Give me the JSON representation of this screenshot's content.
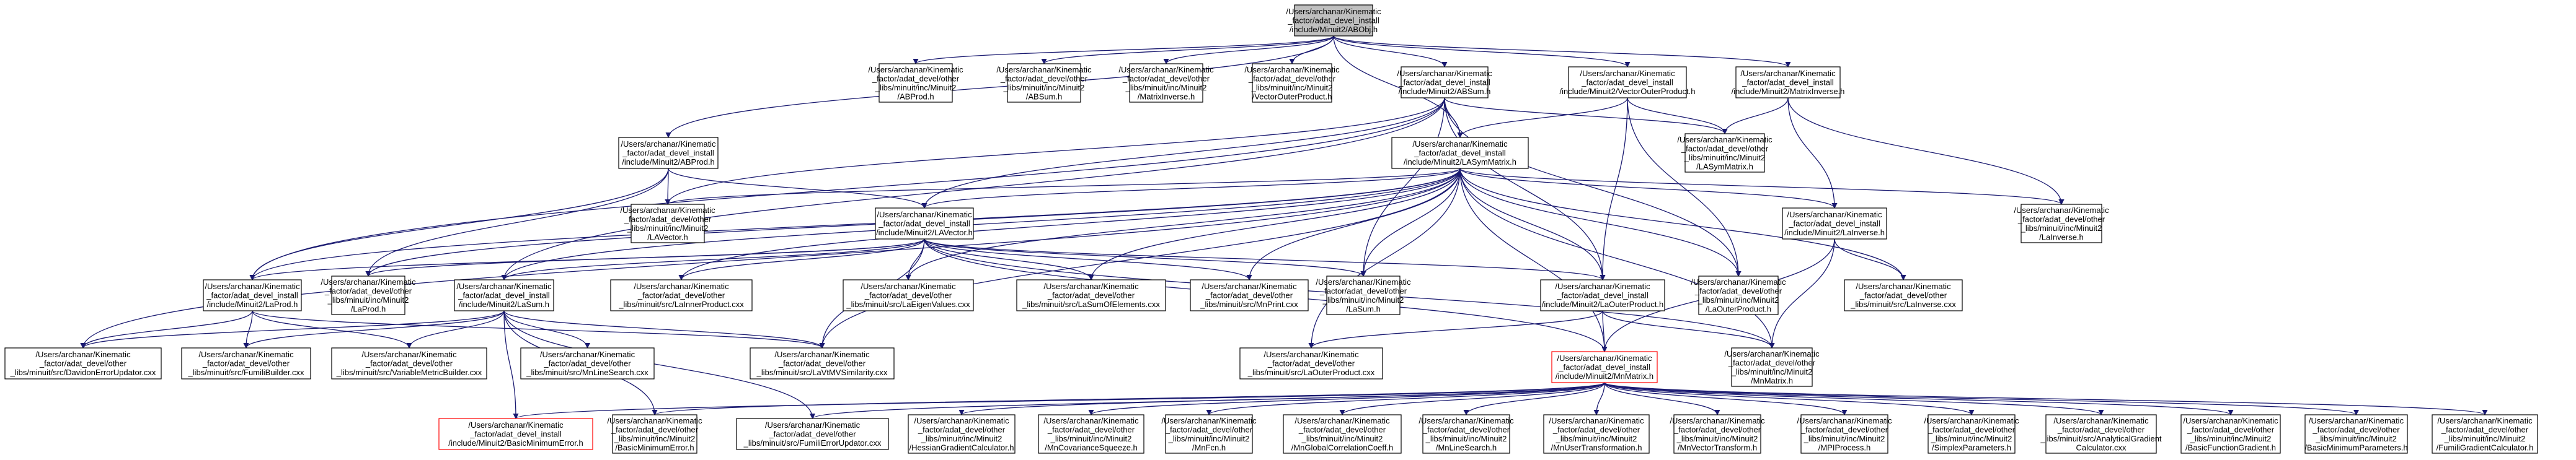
{
  "colors": {
    "root_fill": "#bfbfbf",
    "node_fill": "#ffffff",
    "node_border": "#000000",
    "highlight_border": "#ff0000",
    "edge": "#191970"
  },
  "nodes": [
    {
      "id": "root",
      "style": "root",
      "lines": [
        "/Users/archanar/Kinematic",
        "_factor/adat_devel_install",
        "/include/Minuit2/ABObj.h"
      ]
    },
    {
      "id": "abprod_h",
      "lines": [
        "/Users/archanar/Kinematic",
        "_factor/adat_devel/other",
        "_libs/minuit/inc/Minuit2",
        "/ABProd.h"
      ]
    },
    {
      "id": "absum_h",
      "lines": [
        "/Users/archanar/Kinematic",
        "_factor/adat_devel/other",
        "_libs/minuit/inc/Minuit2",
        "/ABSum.h"
      ]
    },
    {
      "id": "matinv_h",
      "lines": [
        "/Users/archanar/Kinematic",
        "_factor/adat_devel/other",
        "_libs/minuit/inc/Minuit2",
        "/MatrixInverse.h"
      ]
    },
    {
      "id": "vop_h",
      "lines": [
        "/Users/archanar/Kinematic",
        "_factor/adat_devel/other",
        "_libs/minuit/inc/Minuit2",
        "/VectorOuterProduct.h"
      ]
    },
    {
      "id": "i_absum",
      "lines": [
        "/Users/archanar/Kinematic",
        "_factor/adat_devel_install",
        "/include/Minuit2/ABSum.h"
      ]
    },
    {
      "id": "i_vop",
      "lines": [
        "/Users/archanar/Kinematic",
        "_factor/adat_devel_install",
        "/include/Minuit2/VectorOuterProduct.h"
      ]
    },
    {
      "id": "i_matinv",
      "lines": [
        "/Users/archanar/Kinematic",
        "_factor/adat_devel_install",
        "/include/Minuit2/MatrixInverse.h"
      ]
    },
    {
      "id": "i_abprod",
      "lines": [
        "/Users/archanar/Kinematic",
        "_factor/adat_devel_install",
        "/include/Minuit2/ABProd.h"
      ]
    },
    {
      "id": "i_lasym",
      "lines": [
        "/Users/archanar/Kinematic",
        "_factor/adat_devel_install",
        "/include/Minuit2/LASymMatrix.h"
      ]
    },
    {
      "id": "lasym_h",
      "lines": [
        "/Users/archanar/Kinematic",
        "_factor/adat_devel/other",
        "_libs/minuit/inc/Minuit2",
        "/LASymMatrix.h"
      ]
    },
    {
      "id": "lavector_h",
      "lines": [
        "/Users/archanar/Kinematic",
        "_factor/adat_devel/other",
        "_libs/minuit/inc/Minuit2",
        "/LAVector.h"
      ]
    },
    {
      "id": "i_lavector",
      "lines": [
        "/Users/archanar/Kinematic",
        "_factor/adat_devel_install",
        "/include/Minuit2/LAVector.h"
      ]
    },
    {
      "id": "i_lainv",
      "lines": [
        "/Users/archanar/Kinematic",
        "_factor/adat_devel_install",
        "/include/Minuit2/LaInverse.h"
      ]
    },
    {
      "id": "lainv_h",
      "lines": [
        "/Users/archanar/Kinematic",
        "_factor/adat_devel/other",
        "_libs/minuit/inc/Minuit2",
        "/LaInverse.h"
      ]
    },
    {
      "id": "i_laprod",
      "lines": [
        "/Users/archanar/Kinematic",
        "_factor/adat_devel_install",
        "/include/Minuit2/LaProd.h"
      ]
    },
    {
      "id": "laprod_h",
      "lines": [
        "/Users/archanar/Kinematic",
        "_factor/adat_devel/other",
        "_libs/minuit/inc/Minuit2",
        "/LaProd.h"
      ]
    },
    {
      "id": "i_lasum",
      "lines": [
        "/Users/archanar/Kinematic",
        "_factor/adat_devel_install",
        "/include/Minuit2/LaSum.h"
      ]
    },
    {
      "id": "lainnerprod_cxx",
      "lines": [
        "/Users/archanar/Kinematic",
        "_factor/adat_devel/other",
        "_libs/minuit/src/LaInnerProduct.cxx"
      ]
    },
    {
      "id": "laeigen_cxx",
      "lines": [
        "/Users/archanar/Kinematic",
        "_factor/adat_devel/other",
        "_libs/minuit/src/LaEigenValues.cxx"
      ]
    },
    {
      "id": "lasumofel_cxx",
      "lines": [
        "/Users/archanar/Kinematic",
        "_factor/adat_devel/other",
        "_libs/minuit/src/LaSumOfElements.cxx"
      ]
    },
    {
      "id": "mnprint_cxx",
      "lines": [
        "/Users/archanar/Kinematic",
        "_factor/adat_devel/other",
        "_libs/minuit/src/MnPrint.cxx"
      ]
    },
    {
      "id": "lasum_h",
      "lines": [
        "/Users/archanar/Kinematic",
        "_factor/adat_devel/other",
        "_libs/minuit/inc/Minuit2",
        "/LaSum.h"
      ]
    },
    {
      "id": "i_laouter",
      "lines": [
        "/Users/archanar/Kinematic",
        "_factor/adat_devel_install",
        "/include/Minuit2/LaOuterProduct.h"
      ]
    },
    {
      "id": "laouter_h",
      "lines": [
        "/Users/archanar/Kinematic",
        "_factor/adat_devel/other",
        "_libs/minuit/inc/Minuit2",
        "/LaOuterProduct.h"
      ]
    },
    {
      "id": "lainv_cxx",
      "lines": [
        "/Users/archanar/Kinematic",
        "_factor/adat_devel/other",
        "_libs/minuit/src/LaInverse.cxx"
      ]
    },
    {
      "id": "davidon_cxx",
      "lines": [
        "/Users/archanar/Kinematic",
        "_factor/adat_devel/other",
        "_libs/minuit/src/DavidonErrorUpdator.cxx"
      ]
    },
    {
      "id": "fumili_cxx",
      "lines": [
        "/Users/archanar/Kinematic",
        "_factor/adat_devel/other",
        "_libs/minuit/src/FumiliBuilder.cxx"
      ]
    },
    {
      "id": "varmetric_cxx",
      "lines": [
        "/Users/archanar/Kinematic",
        "_factor/adat_devel/other",
        "_libs/minuit/src/VariableMetricBuilder.cxx"
      ]
    },
    {
      "id": "mnlinesearch_cxx",
      "lines": [
        "/Users/archanar/Kinematic",
        "_factor/adat_devel/other",
        "_libs/minuit/src/MnLineSearch.cxx"
      ]
    },
    {
      "id": "lavmsim_cxx",
      "lines": [
        "/Users/archanar/Kinematic",
        "_factor/adat_devel/other",
        "_libs/minuit/src/LaVtMVSimilarity.cxx"
      ]
    },
    {
      "id": "laouter_cxx",
      "lines": [
        "/Users/archanar/Kinematic",
        "_factor/adat_devel/other",
        "_libs/minuit/src/LaOuterProduct.cxx"
      ]
    },
    {
      "id": "i_mnmatrix",
      "style": "red",
      "lines": [
        "/Users/archanar/Kinematic",
        "_factor/adat_devel_install",
        "/include/Minuit2/MnMatrix.h"
      ]
    },
    {
      "id": "mnmatrix_h",
      "lines": [
        "/Users/archanar/Kinematic",
        "_factor/adat_devel/other",
        "_libs/minuit/inc/Minuit2",
        "/MnMatrix.h"
      ]
    },
    {
      "id": "i_basicminerr",
      "style": "red",
      "lines": [
        "/Users/archanar/Kinematic",
        "_factor/adat_devel_install",
        "/include/Minuit2/BasicMinimumError.h"
      ]
    },
    {
      "id": "basicminerr_h",
      "lines": [
        "/Users/archanar/Kinematic",
        "_factor/adat_devel/other",
        "_libs/minuit/inc/Minuit2",
        "/BasicMinimumError.h"
      ]
    },
    {
      "id": "fumilierr_cxx",
      "lines": [
        "/Users/archanar/Kinematic",
        "_factor/adat_devel/other",
        "_libs/minuit/src/FumiliErrorUpdator.cxx"
      ]
    },
    {
      "id": "hessgrad_h",
      "lines": [
        "/Users/archanar/Kinematic",
        "_factor/adat_devel/other",
        "_libs/minuit/inc/Minuit2",
        "/HessianGradientCalculator.h"
      ]
    },
    {
      "id": "mncovsq_h",
      "lines": [
        "/Users/archanar/Kinematic",
        "_factor/adat_devel/other",
        "_libs/minuit/inc/Minuit2",
        "/MnCovarianceSqueeze.h"
      ]
    },
    {
      "id": "mnfcn_h",
      "lines": [
        "/Users/archanar/Kinematic",
        "_factor/adat_devel/other",
        "_libs/minuit/inc/Minuit2",
        "/MnFcn.h"
      ]
    },
    {
      "id": "mnglobcorr_h",
      "lines": [
        "/Users/archanar/Kinematic",
        "_factor/adat_devel/other",
        "_libs/minuit/inc/Minuit2",
        "/MnGlobalCorrelationCoeff.h"
      ]
    },
    {
      "id": "mnlinesearch_h",
      "lines": [
        "/Users/archanar/Kinematic",
        "_factor/adat_devel/other",
        "_libs/minuit/inc/Minuit2",
        "/MnLineSearch.h"
      ]
    },
    {
      "id": "mnusertrans_h",
      "lines": [
        "/Users/archanar/Kinematic",
        "_factor/adat_devel/other",
        "_libs/minuit/inc/Minuit2",
        "/MnUserTransformation.h"
      ]
    },
    {
      "id": "mnvectrans_h",
      "lines": [
        "/Users/archanar/Kinematic",
        "_factor/adat_devel/other",
        "_libs/minuit/inc/Minuit2",
        "/MnVectorTransform.h"
      ]
    },
    {
      "id": "mpiproc_h",
      "lines": [
        "/Users/archanar/Kinematic",
        "_factor/adat_devel/other",
        "_libs/minuit/inc/Minuit2",
        "/MPIProcess.h"
      ]
    },
    {
      "id": "simplexpar_h",
      "lines": [
        "/Users/archanar/Kinematic",
        "_factor/adat_devel/other",
        "_libs/minuit/inc/Minuit2",
        "/SimplexParameters.h"
      ]
    },
    {
      "id": "anagrad_cxx",
      "lines": [
        "/Users/archanar/Kinematic",
        "_factor/adat_devel/other",
        "_libs/minuit/src/AnalyticalGradient",
        "Calculator.cxx"
      ]
    },
    {
      "id": "basicfgrad_h",
      "lines": [
        "/Users/archanar/Kinematic",
        "_factor/adat_devel/other",
        "_libs/minuit/inc/Minuit2",
        "/BasicFunctionGradient.h"
      ]
    },
    {
      "id": "basicminpar_h",
      "lines": [
        "/Users/archanar/Kinematic",
        "_factor/adat_devel/other",
        "_libs/minuit/inc/Minuit2",
        "/BasicMinimumParameters.h"
      ]
    },
    {
      "id": "fumiligrad_h",
      "lines": [
        "/Users/archanar/Kinematic",
        "_factor/adat_devel/other",
        "_libs/minuit/inc/Minuit2",
        "/FumiliGradientCalculator.h"
      ]
    }
  ],
  "edges": [
    [
      "root",
      "abprod_h"
    ],
    [
      "root",
      "absum_h"
    ],
    [
      "root",
      "matinv_h"
    ],
    [
      "root",
      "vop_h"
    ],
    [
      "root",
      "i_absum"
    ],
    [
      "root",
      "i_vop"
    ],
    [
      "root",
      "i_matinv"
    ],
    [
      "root",
      "i_abprod"
    ],
    [
      "root",
      "i_lasym"
    ],
    [
      "i_absum",
      "i_lasym"
    ],
    [
      "i_absum",
      "lasym_h"
    ],
    [
      "i_absum",
      "i_lavector"
    ],
    [
      "i_absum",
      "lavector_h"
    ],
    [
      "i_absum",
      "i_laprod"
    ],
    [
      "i_absum",
      "i_lasum"
    ],
    [
      "i_absum",
      "lasum_h"
    ],
    [
      "i_absum",
      "laouter_h"
    ],
    [
      "i_absum",
      "i_laouter"
    ],
    [
      "i_vop",
      "i_lasym"
    ],
    [
      "i_vop",
      "lasym_h"
    ],
    [
      "i_vop",
      "i_laouter"
    ],
    [
      "i_vop",
      "laouter_h"
    ],
    [
      "i_matinv",
      "lasym_h"
    ],
    [
      "i_matinv",
      "i_lainv"
    ],
    [
      "i_matinv",
      "lainv_h"
    ],
    [
      "i_abprod",
      "lavector_h"
    ],
    [
      "i_abprod",
      "i_lavector"
    ],
    [
      "i_abprod",
      "i_laprod"
    ],
    [
      "i_abprod",
      "laprod_h"
    ],
    [
      "i_lasym",
      "lavector_h"
    ],
    [
      "i_lasym",
      "i_lavector"
    ],
    [
      "i_lasym",
      "i_lainv"
    ],
    [
      "i_lasym",
      "lainv_h"
    ],
    [
      "i_lasym",
      "i_laprod"
    ],
    [
      "i_lasym",
      "laprod_h"
    ],
    [
      "i_lasym",
      "i_lasum"
    ],
    [
      "i_lasym",
      "lainnerprod_cxx"
    ],
    [
      "i_lasym",
      "laeigen_cxx"
    ],
    [
      "i_lasym",
      "lasumofel_cxx"
    ],
    [
      "i_lasym",
      "mnprint_cxx"
    ],
    [
      "i_lasym",
      "lasum_h"
    ],
    [
      "i_lasym",
      "i_laouter"
    ],
    [
      "i_lasym",
      "laouter_h"
    ],
    [
      "i_lasym",
      "lainv_cxx"
    ],
    [
      "i_lasym",
      "lavmsim_cxx"
    ],
    [
      "i_lasym",
      "laouter_cxx"
    ],
    [
      "i_lasym",
      "i_mnmatrix"
    ],
    [
      "i_lasym",
      "mnmatrix_h"
    ],
    [
      "i_lasym",
      "davidon_cxx"
    ],
    [
      "i_lavector",
      "i_laprod"
    ],
    [
      "i_lavector",
      "laprod_h"
    ],
    [
      "i_lavector",
      "i_lasum"
    ],
    [
      "i_lavector",
      "lainnerprod_cxx"
    ],
    [
      "i_lavector",
      "laeigen_cxx"
    ],
    [
      "i_lavector",
      "lasumofel_cxx"
    ],
    [
      "i_lavector",
      "mnprint_cxx"
    ],
    [
      "i_lavector",
      "lasum_h"
    ],
    [
      "i_lavector",
      "i_laouter"
    ],
    [
      "i_lavector",
      "i_mnmatrix"
    ],
    [
      "i_lavector",
      "mnmatrix_h"
    ],
    [
      "i_lavector",
      "lavmsim_cxx"
    ],
    [
      "i_lainv",
      "lainv_cxx"
    ],
    [
      "i_lainv",
      "i_mnmatrix"
    ],
    [
      "i_lainv",
      "mnmatrix_h"
    ],
    [
      "i_laprod",
      "davidon_cxx"
    ],
    [
      "i_laprod",
      "fumili_cxx"
    ],
    [
      "i_laprod",
      "varmetric_cxx"
    ],
    [
      "i_laprod",
      "lavmsim_cxx"
    ],
    [
      "i_lasum",
      "davidon_cxx"
    ],
    [
      "i_lasum",
      "fumili_cxx"
    ],
    [
      "i_lasum",
      "varmetric_cxx"
    ],
    [
      "i_lasum",
      "mnlinesearch_cxx"
    ],
    [
      "i_lasum",
      "lavmsim_cxx"
    ],
    [
      "i_lasum",
      "i_basicminerr"
    ],
    [
      "i_lasum",
      "basicminerr_h"
    ],
    [
      "i_lasum",
      "fumilierr_cxx"
    ],
    [
      "i_laouter",
      "laouter_cxx"
    ],
    [
      "i_laouter",
      "i_mnmatrix"
    ],
    [
      "i_laouter",
      "mnmatrix_h"
    ],
    [
      "i_mnmatrix",
      "i_basicminerr"
    ],
    [
      "i_mnmatrix",
      "basicminerr_h"
    ],
    [
      "i_mnmatrix",
      "fumilierr_cxx"
    ],
    [
      "i_mnmatrix",
      "hessgrad_h"
    ],
    [
      "i_mnmatrix",
      "mncovsq_h"
    ],
    [
      "i_mnmatrix",
      "mnfcn_h"
    ],
    [
      "i_mnmatrix",
      "mnglobcorr_h"
    ],
    [
      "i_mnmatrix",
      "mnlinesearch_h"
    ],
    [
      "i_mnmatrix",
      "mnusertrans_h"
    ],
    [
      "i_mnmatrix",
      "mnvectrans_h"
    ],
    [
      "i_mnmatrix",
      "mpiproc_h"
    ],
    [
      "i_mnmatrix",
      "simplexpar_h"
    ],
    [
      "i_mnmatrix",
      "anagrad_cxx"
    ],
    [
      "i_mnmatrix",
      "basicfgrad_h"
    ],
    [
      "i_mnmatrix",
      "basicminpar_h"
    ],
    [
      "i_mnmatrix",
      "fumiligrad_h"
    ]
  ]
}
